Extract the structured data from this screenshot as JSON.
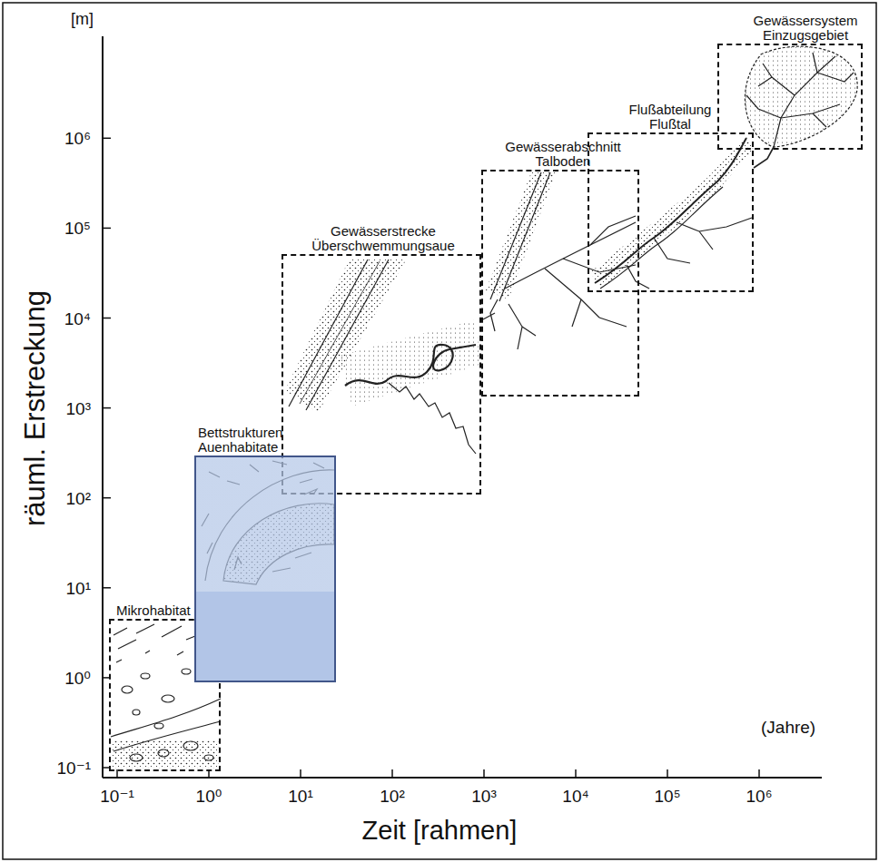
{
  "diagram": {
    "nodes": [
      {
        "text": [
          "Mikrohabitat"
        ]
      },
      {
        "text": [
          "Bettstrukturen Auenhabitate"
        ]
      },
      {
        "text": [
          "Gewässerstrecke Überschwemmungsaue"
        ]
      },
      {
        "text": [
          "Gewässerabschnitt Talboden"
        ]
      },
      {
        "text": [
          "Flußabteilung Flußtal"
        ]
      },
      {
        "text": [
          "Gewässersystem Einzugsgebiet"
        ]
      }
    ],
    "labels": [
      "[m]",
      "10⁶",
      "10⁵",
      "10⁴",
      "10³",
      "10²",
      "10¹",
      "10⁰",
      "10⁻¹",
      "räuml. Erstreckung",
      "(Jahre)",
      "10⁻¹",
      "10⁰",
      "10¹",
      "10²",
      "10³",
      "10⁴",
      "10⁵",
      "10⁶",
      "Zeit [rahmen]"
    ]
  }
}
